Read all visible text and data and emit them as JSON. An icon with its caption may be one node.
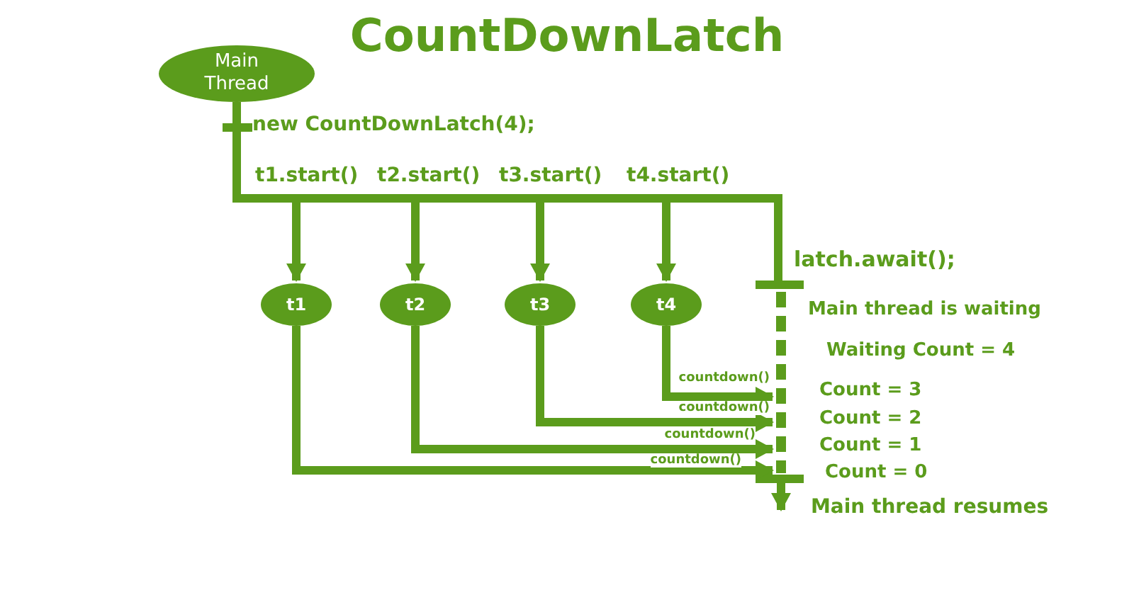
{
  "diagram": {
    "title": "CountDownLatch",
    "nodes": [
      {
        "text": [
          "Main Thread"
        ]
      },
      {
        "text": [
          "t1"
        ]
      },
      {
        "text": [
          "t2"
        ]
      },
      {
        "text": [
          "t3"
        ]
      },
      {
        "text": [
          "t4"
        ]
      },
      {
        "text": [],
        "shape": "bar"
      }
    ],
    "edges": [
      {
        "from": 0,
        "to": 1,
        "arrow": "to",
        "label": "t1.start()"
      },
      {
        "from": 0,
        "to": 2,
        "arrow": "to",
        "label": "t2.start()"
      },
      {
        "from": 0,
        "to": 3,
        "arrow": "to",
        "label": "t3.start()"
      },
      {
        "from": 0,
        "to": 4,
        "arrow": "to",
        "label": "t4.start()"
      },
      {
        "from": 4,
        "to": 5,
        "arrow": "to",
        "label": "countdown()"
      },
      {
        "from": 3,
        "to": 5,
        "arrow": "to",
        "label": "countdown()"
      },
      {
        "from": 2,
        "to": 5,
        "arrow": "to",
        "label": "countdown()"
      },
      {
        "from": 1,
        "to": 5,
        "arrow": "to",
        "label": "countdown()"
      }
    ],
    "labels": [
      "new CountDownLatch(4);",
      "latch.await();",
      "Main thread is waiting",
      "Waiting Count = 4",
      "Count = 3",
      "Count = 2",
      "Count = 1",
      "Count = 0",
      "Main thread resumes"
    ]
  }
}
